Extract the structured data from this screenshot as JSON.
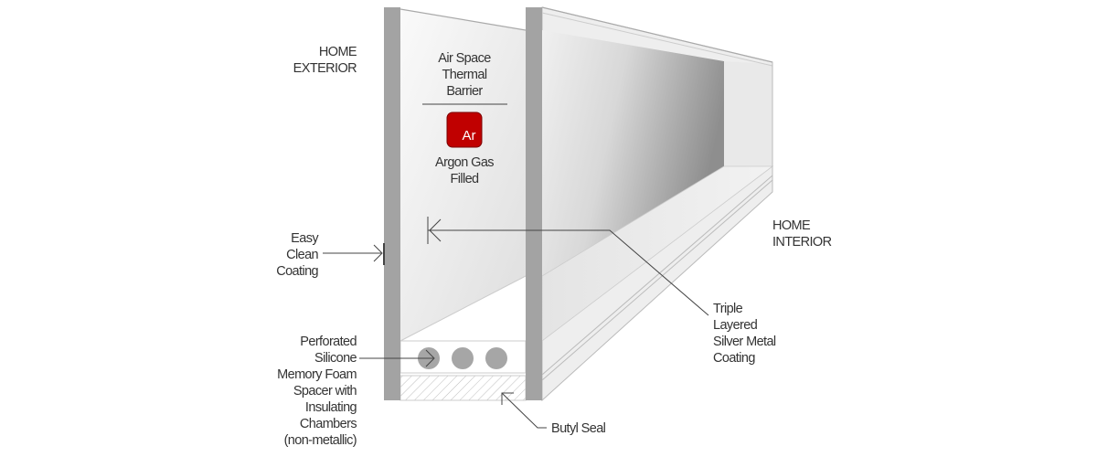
{
  "labels": {
    "home_exterior": [
      "HOME",
      "EXTERIOR"
    ],
    "home_interior": [
      "HOME",
      "INTERIOR"
    ],
    "air_space": [
      "Air Space",
      "Thermal",
      "Barrier"
    ],
    "argon_symbol": "Ar",
    "argon_gas": [
      "Argon Gas",
      "Filled"
    ],
    "easy_clean": [
      "Easy",
      "Clean",
      "Coating"
    ],
    "spacer": [
      "Perforated",
      "Silicone",
      "Memory Foam",
      "Spacer with",
      "Insulating",
      "Chambers",
      "(non-metallic)"
    ],
    "triple_layered": [
      "Triple",
      "Layered",
      "Silver Metal",
      "Coating"
    ],
    "butyl_seal": "Butyl Seal"
  },
  "colors": {
    "argon_box": "#c00000",
    "pane": "#a3a3a3",
    "text": "#333333"
  }
}
